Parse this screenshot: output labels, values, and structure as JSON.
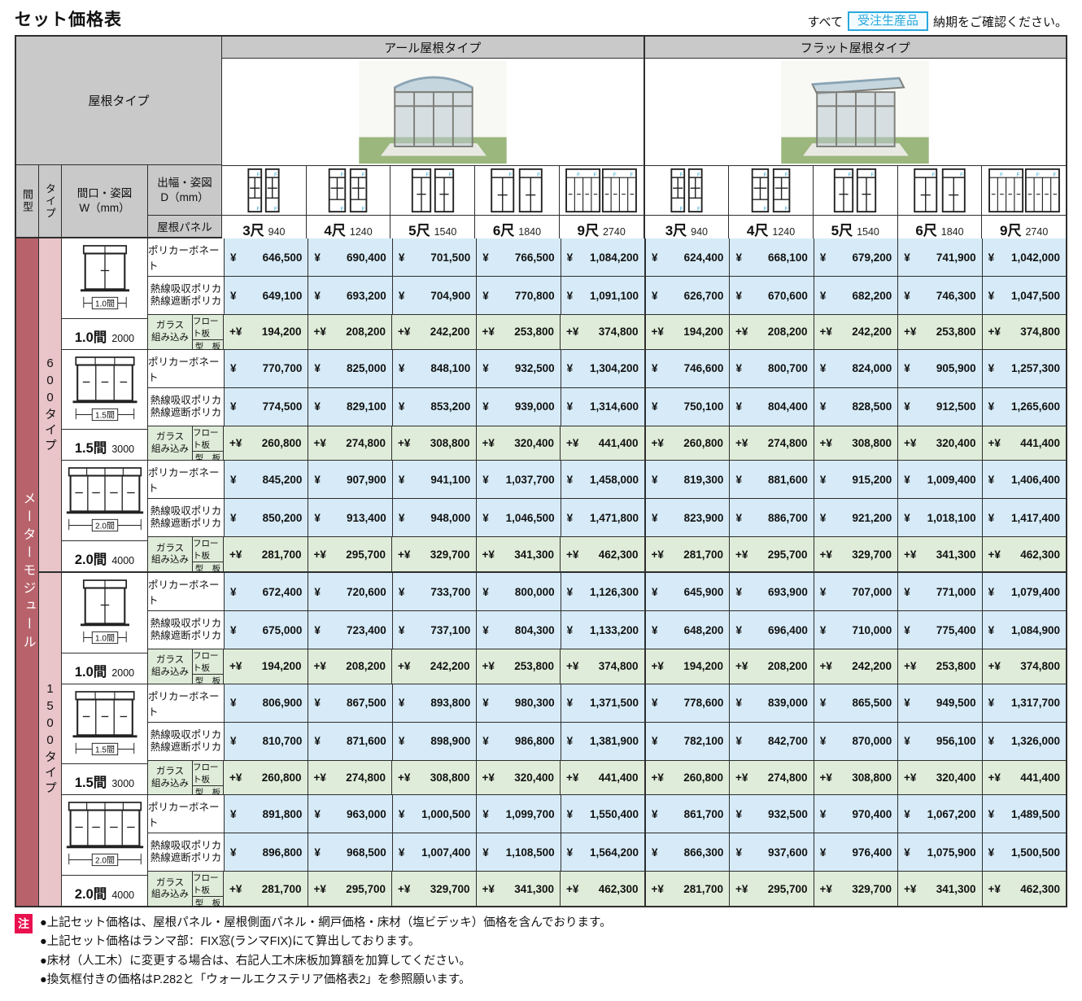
{
  "page": {
    "title": "セット価格表",
    "note_all": "すべて",
    "order_badge": "受注生産品",
    "note_delivery": "納期をご確認ください。"
  },
  "header": {
    "roof_type_label": "屋根タイプ",
    "arch_roof": "アール屋根タイプ",
    "flat_roof": "フラット屋根タイプ",
    "col_magata": "間型",
    "col_type": "タイプ",
    "col_width1": "間口・姿図",
    "col_width2": "W（mm）",
    "col_depth1": "出幅・姿図",
    "col_depth2": "D（mm）",
    "col_roof_panel": "屋根パネル",
    "shaku": [
      {
        "shaku": "3尺",
        "mm": "940"
      },
      {
        "shaku": "4尺",
        "mm": "1240"
      },
      {
        "shaku": "5尺",
        "mm": "1540"
      },
      {
        "shaku": "6尺",
        "mm": "1840"
      },
      {
        "shaku": "9尺",
        "mm": "2740"
      }
    ]
  },
  "materials": {
    "poly": "ポリカーボネート",
    "heat1": "熱線吸収ポリカ",
    "heat2": "熱線遮断ポリカ",
    "glass1": "ガラス",
    "glass2": "組み込み",
    "float_plate": "フロート板",
    "pattern_plate": "型　板"
  },
  "left": {
    "module": "メーターモジュール",
    "type600": "600タイプ",
    "type1500": "1500タイプ"
  },
  "body": {
    "sections": [
      {
        "fig": "1.0間",
        "size": "1.0間",
        "mm": "2000",
        "rows": [
          {
            "cells": [
              "¥ 646,500",
              "¥ 690,400",
              "¥ 701,500",
              "¥ 766,500",
              "¥ 1,084,200",
              "¥ 624,400",
              "¥ 668,100",
              "¥ 679,200",
              "¥ 741,900",
              "¥ 1,042,000"
            ]
          },
          {
            "cells": [
              "¥ 649,100",
              "¥ 693,200",
              "¥ 704,900",
              "¥ 770,800",
              "¥ 1,091,100",
              "¥ 626,700",
              "¥ 670,600",
              "¥ 682,200",
              "¥ 746,300",
              "¥ 1,047,500"
            ]
          },
          {
            "cells": [
              "+¥ 194,200",
              "+¥ 208,200",
              "+¥ 242,200",
              "+¥ 253,800",
              "+¥ 374,800",
              "+¥ 194,200",
              "+¥ 208,200",
              "+¥ 242,200",
              "+¥ 253,800",
              "+¥ 374,800"
            ]
          }
        ]
      },
      {
        "fig": "1.5間",
        "size": "1.5間",
        "mm": "3000",
        "rows": [
          {
            "cells": [
              "¥ 770,700",
              "¥ 825,000",
              "¥ 848,100",
              "¥ 932,500",
              "¥ 1,304,200",
              "¥ 746,600",
              "¥ 800,700",
              "¥ 824,000",
              "¥ 905,900",
              "¥ 1,257,300"
            ]
          },
          {
            "cells": [
              "¥ 774,500",
              "¥ 829,100",
              "¥ 853,200",
              "¥ 939,000",
              "¥ 1,314,600",
              "¥ 750,100",
              "¥ 804,400",
              "¥ 828,500",
              "¥ 912,500",
              "¥ 1,265,600"
            ]
          },
          {
            "cells": [
              "+¥ 260,800",
              "+¥ 274,800",
              "+¥ 308,800",
              "+¥ 320,400",
              "+¥ 441,400",
              "+¥ 260,800",
              "+¥ 274,800",
              "+¥ 308,800",
              "+¥ 320,400",
              "+¥ 441,400"
            ]
          }
        ]
      },
      {
        "fig": "2.0間",
        "size": "2.0間",
        "mm": "4000",
        "rows": [
          {
            "cells": [
              "¥ 845,200",
              "¥ 907,900",
              "¥ 941,100",
              "¥ 1,037,700",
              "¥ 1,458,000",
              "¥ 819,300",
              "¥ 881,600",
              "¥ 915,200",
              "¥ 1,009,400",
              "¥ 1,406,400"
            ]
          },
          {
            "cells": [
              "¥ 850,200",
              "¥ 913,400",
              "¥ 948,000",
              "¥ 1,046,500",
              "¥ 1,471,800",
              "¥ 823,900",
              "¥ 886,700",
              "¥ 921,200",
              "¥ 1,018,100",
              "¥ 1,417,400"
            ]
          },
          {
            "cells": [
              "+¥ 281,700",
              "+¥ 295,700",
              "+¥ 329,700",
              "+¥ 341,300",
              "+¥ 462,300",
              "+¥ 281,700",
              "+¥ 295,700",
              "+¥ 329,700",
              "+¥ 341,300",
              "+¥ 462,300"
            ]
          }
        ]
      },
      {
        "fig": "1.0間",
        "size": "1.0間",
        "mm": "2000",
        "rows": [
          {
            "cells": [
              "¥ 672,400",
              "¥ 720,600",
              "¥ 733,700",
              "¥ 800,000",
              "¥ 1,126,300",
              "¥ 645,900",
              "¥ 693,900",
              "¥ 707,000",
              "¥ 771,000",
              "¥ 1,079,400"
            ]
          },
          {
            "cells": [
              "¥ 675,000",
              "¥ 723,400",
              "¥ 737,100",
              "¥ 804,300",
              "¥ 1,133,200",
              "¥ 648,200",
              "¥ 696,400",
              "¥ 710,000",
              "¥ 775,400",
              "¥ 1,084,900"
            ]
          },
          {
            "cells": [
              "+¥ 194,200",
              "+¥ 208,200",
              "+¥ 242,200",
              "+¥ 253,800",
              "+¥ 374,800",
              "+¥ 194,200",
              "+¥ 208,200",
              "+¥ 242,200",
              "+¥ 253,800",
              "+¥ 374,800"
            ]
          }
        ]
      },
      {
        "fig": "1.5間",
        "size": "1.5間",
        "mm": "3000",
        "rows": [
          {
            "cells": [
              "¥ 806,900",
              "¥ 867,500",
              "¥ 893,800",
              "¥ 980,300",
              "¥ 1,371,500",
              "¥ 778,600",
              "¥ 839,000",
              "¥ 865,500",
              "¥ 949,500",
              "¥ 1,317,700"
            ]
          },
          {
            "cells": [
              "¥ 810,700",
              "¥ 871,600",
              "¥ 898,900",
              "¥ 986,800",
              "¥ 1,381,900",
              "¥ 782,100",
              "¥ 842,700",
              "¥ 870,000",
              "¥ 956,100",
              "¥ 1,326,000"
            ]
          },
          {
            "cells": [
              "+¥ 260,800",
              "+¥ 274,800",
              "+¥ 308,800",
              "+¥ 320,400",
              "+¥ 441,400",
              "+¥ 260,800",
              "+¥ 274,800",
              "+¥ 308,800",
              "+¥ 320,400",
              "+¥ 441,400"
            ]
          }
        ]
      },
      {
        "fig": "2.0間",
        "size": "2.0間",
        "mm": "4000",
        "rows": [
          {
            "cells": [
              "¥ 891,800",
              "¥ 963,000",
              "¥ 1,000,500",
              "¥ 1,099,700",
              "¥ 1,550,400",
              "¥ 861,700",
              "¥ 932,500",
              "¥ 970,400",
              "¥ 1,067,200",
              "¥ 1,489,500"
            ]
          },
          {
            "cells": [
              "¥ 896,800",
              "¥ 968,500",
              "¥ 1,007,400",
              "¥ 1,108,500",
              "¥ 1,564,200",
              "¥ 866,300",
              "¥ 937,600",
              "¥ 976,400",
              "¥ 1,075,900",
              "¥ 1,500,500"
            ]
          },
          {
            "cells": [
              "+¥ 281,700",
              "+¥ 295,700",
              "+¥ 329,700",
              "+¥ 341,300",
              "+¥ 462,300",
              "+¥ 281,700",
              "+¥ 295,700",
              "+¥ 329,700",
              "+¥ 341,300",
              "+¥ 462,300"
            ]
          }
        ]
      }
    ]
  },
  "notes": {
    "mark": "注",
    "items": [
      "●上記セット価格は、屋根パネル・屋根側面パネル・網戸価格・床材（塩ビデッキ）価格を含んでおります。",
      "●上記セット価格はランマ部：FIX窓(ランマFIX)にて算出しております。",
      "●床材（人工木）に変更する場合は、右記人工木床板加算額を加算してください。",
      "●換気框付きの価格はP.282と「ウォールエクステリア価格表2」を参照願います。"
    ]
  },
  "colors": {
    "price_blue": "#d6ebf7",
    "glass_green": "#dfecd9",
    "header_gray": "#c9c9ca",
    "module_red": "#b8636c",
    "type_pink": "#e9c4c8",
    "badge_cyan": "#29a8dc",
    "note_red": "#e8104f"
  }
}
